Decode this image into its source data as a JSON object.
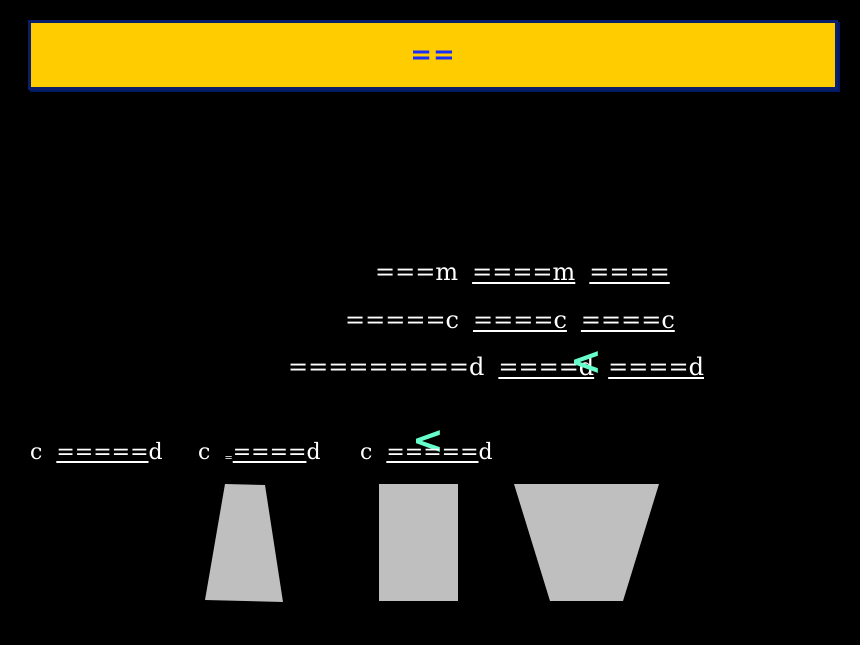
{
  "title": "==",
  "conversions": [
    {
      "from": "===m",
      "mid": "====m",
      "right": "===="
    },
    {
      "from": "=====c",
      "mid": "====c",
      "right": "====c"
    },
    {
      "from": "=========d",
      "mid": "====d",
      "right": "====d"
    }
  ],
  "comparison_symbols": [
    "<",
    "<"
  ],
  "captions": [
    {
      "prefix": "c",
      "small": "",
      "value": "=====",
      "suffix": "d"
    },
    {
      "prefix": "c",
      "small": "=",
      "value": "====",
      "suffix": "d"
    },
    {
      "prefix": "c",
      "small": "",
      "value": "=====",
      "suffix": "d"
    }
  ],
  "colors": {
    "background": "#000000",
    "title_bar": "#ffcc00",
    "title_text": "#1a2bff",
    "symbol": "#66ffcc",
    "shape_fill": "#bfbfbf"
  }
}
